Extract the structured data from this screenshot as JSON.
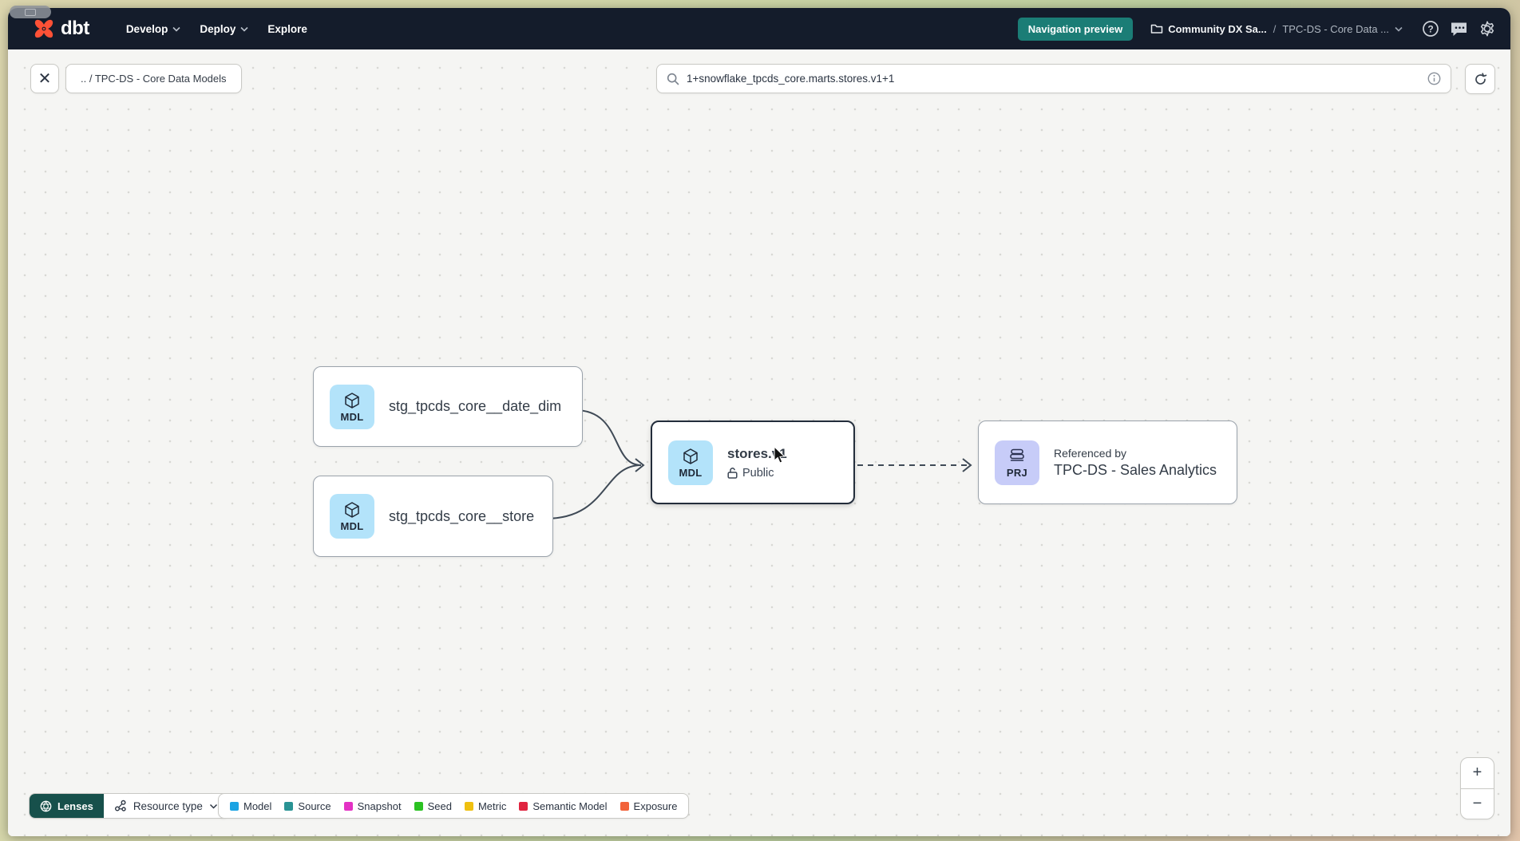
{
  "navbar": {
    "logo_text": "dbt",
    "menus": [
      {
        "label": "Develop"
      },
      {
        "label": "Deploy"
      },
      {
        "label": "Explore"
      }
    ],
    "preview_badge": "Navigation preview",
    "breadcrumb": {
      "account": "Community DX Sa...",
      "separator": "/",
      "project": "TPC-DS - Core Data ..."
    }
  },
  "toolbar": {
    "close_label": "✕",
    "path_chip": ".. / TPC-DS - Core Data Models",
    "search_value": "1+snowflake_tpcds_core.marts.stores.v1+1"
  },
  "graph": {
    "nodes": [
      {
        "badge": "MDL",
        "label": "stg_tpcds_core__date_dim"
      },
      {
        "badge": "MDL",
        "label": "stg_tpcds_core__store"
      },
      {
        "badge": "MDL",
        "label": "stores.v1",
        "access": "Public"
      },
      {
        "badge": "PRJ",
        "title": "Referenced by",
        "label": "TPC-DS - Sales Analytics"
      }
    ]
  },
  "footer": {
    "lenses_label": "Lenses",
    "resource_type_label": "Resource type",
    "legend": [
      {
        "label": "Model",
        "color": "#1ba3e3"
      },
      {
        "label": "Source",
        "color": "#2a9394"
      },
      {
        "label": "Snapshot",
        "color": "#e332c4"
      },
      {
        "label": "Seed",
        "color": "#2bc222"
      },
      {
        "label": "Metric",
        "color": "#efc010"
      },
      {
        "label": "Semantic Model",
        "color": "#e02440"
      },
      {
        "label": "Exposure",
        "color": "#f2633a"
      }
    ]
  },
  "zoom_controls": {
    "zoom_in": "+",
    "zoom_out": "−"
  },
  "colors": {
    "navbar_bg": "#141c2b",
    "accent_teal": "#1b7d76",
    "brand_orange": "#ff5136",
    "mdl_badge_bg": "#b3e3fa",
    "prj_badge_bg": "#c7ccf8",
    "canvas_bg": "#f5f5f3"
  }
}
